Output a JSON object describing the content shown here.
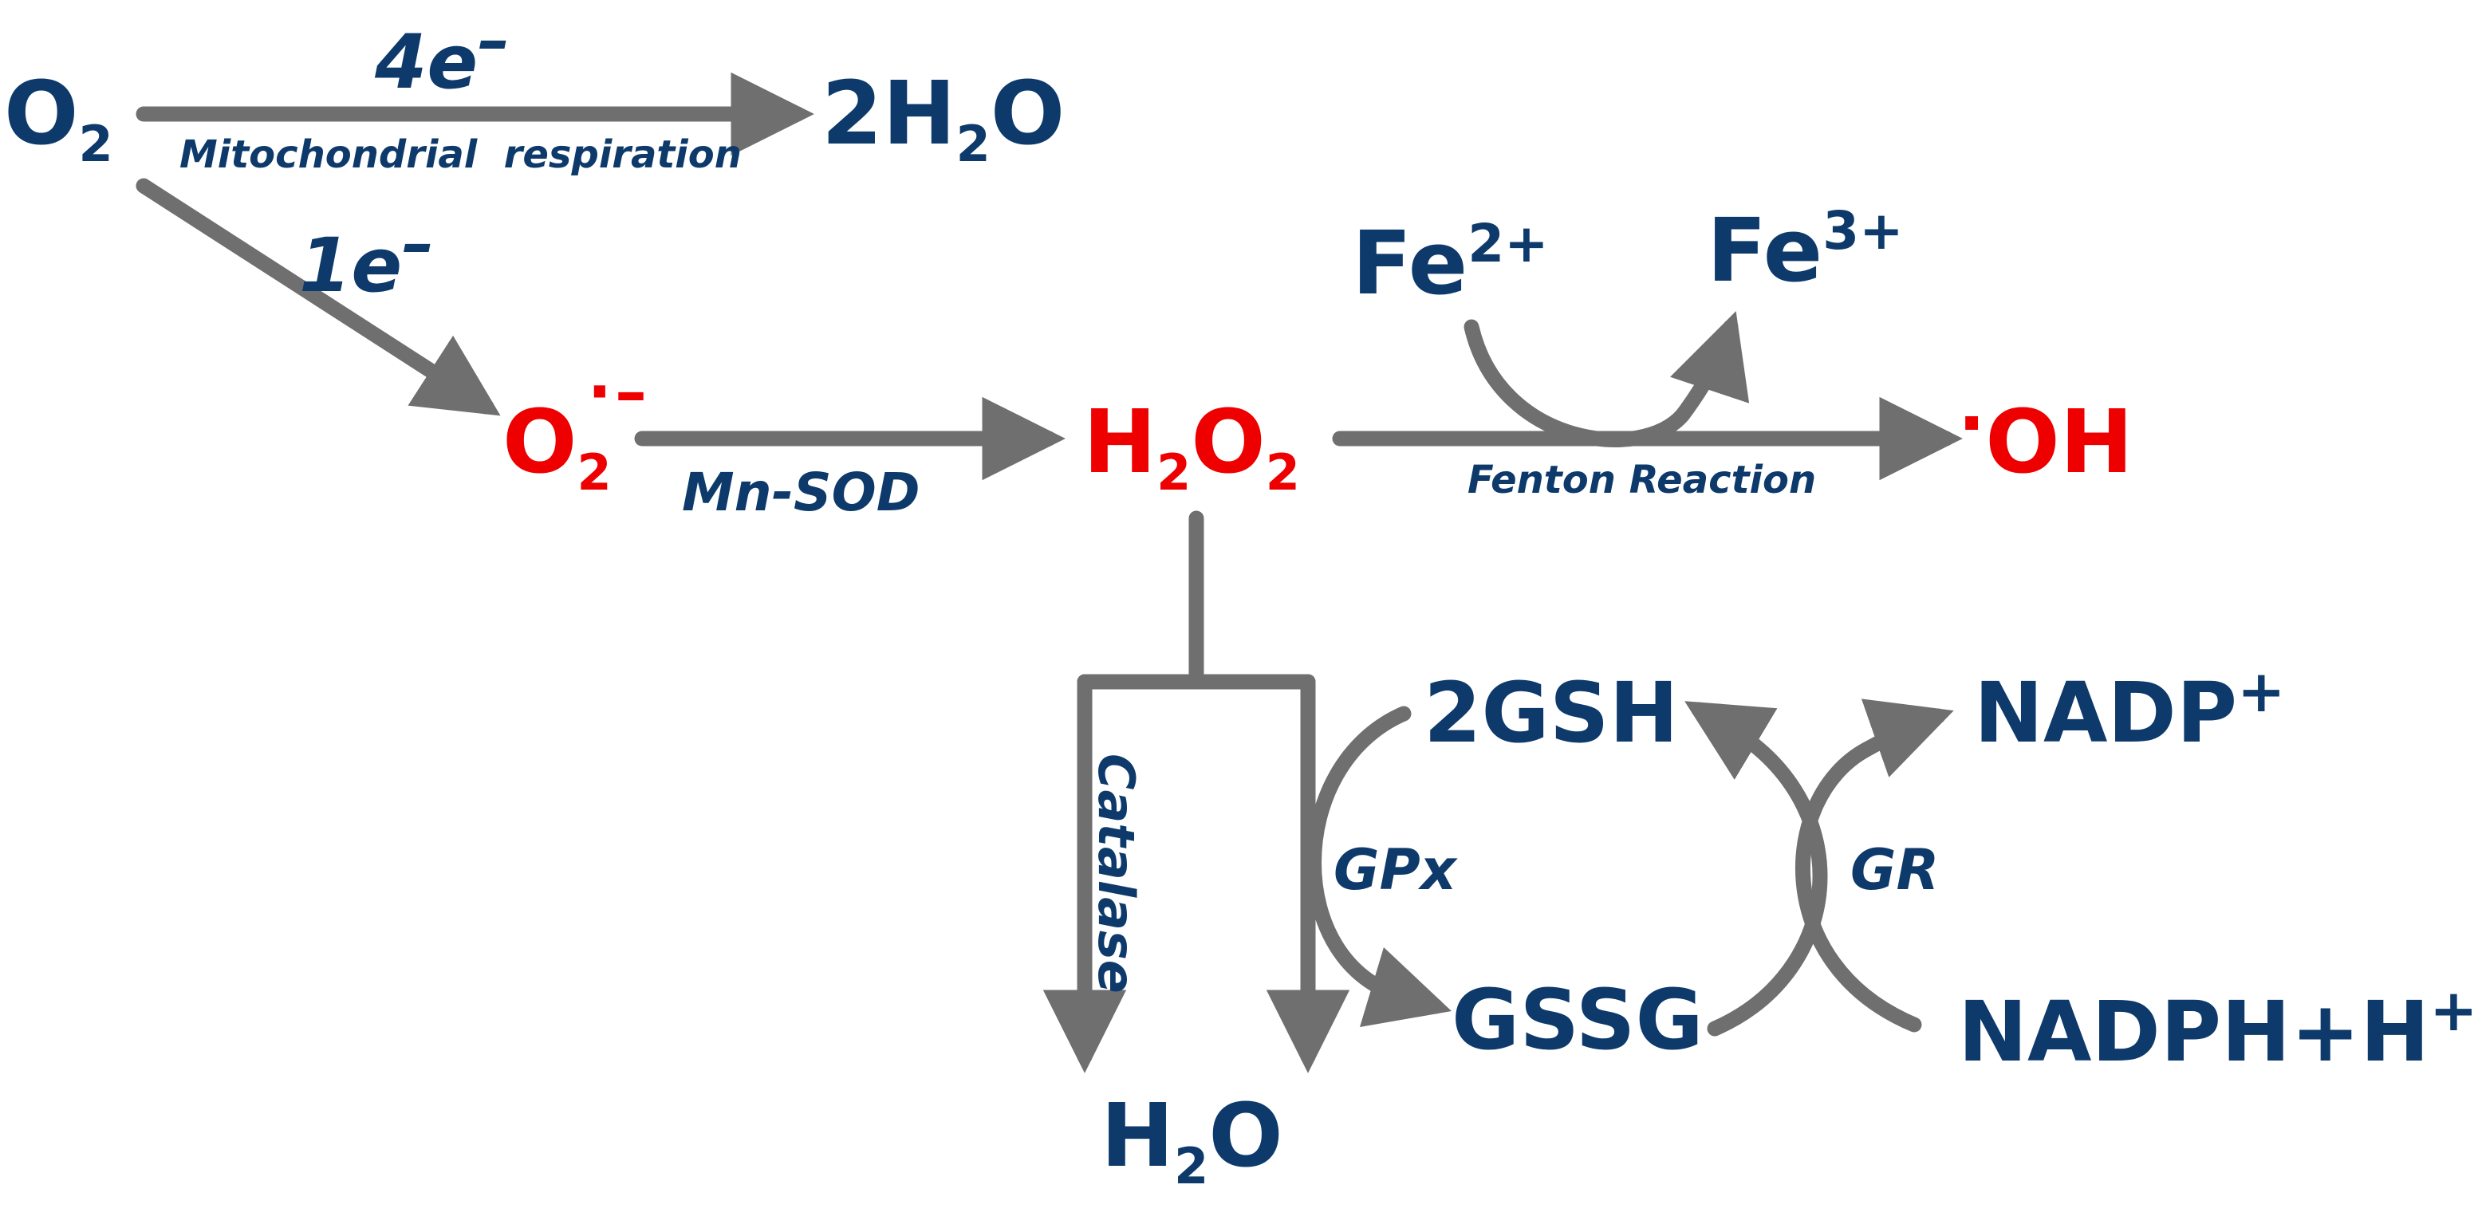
{
  "colors": {
    "species": "#0d3a6b",
    "ros": "#ee0000",
    "arrow": "#6f6f6f",
    "background": "#ffffff"
  },
  "species": {
    "o2": {
      "base": "O",
      "sub": "2"
    },
    "h2o_product": {
      "coef": "2H",
      "sub": "2",
      "tail": "O"
    },
    "superoxide": {
      "base": "O",
      "sub": "2",
      "sup_dot": "·",
      "sup_charge": "–"
    },
    "h2o2": {
      "h": "H",
      "h_sub": "2",
      "o": "O",
      "o_sub": "2"
    },
    "fe2": {
      "base": "Fe",
      "sup": "2+"
    },
    "fe3": {
      "base": "Fe",
      "sup": "3+"
    },
    "hydroxyl": {
      "dot": "·",
      "text": "OH"
    },
    "gsh": "2GSH",
    "gssg": "GSSG",
    "nadp": {
      "base": "NADP",
      "sup": "+"
    },
    "nadph": {
      "base": "NADPH+H",
      "sup": "+"
    },
    "h2o_bottom": {
      "h": "H",
      "sub": "2",
      "o": "O"
    }
  },
  "labels": {
    "four_e": {
      "num": "4e",
      "sup": "–"
    },
    "one_e": {
      "num": "1e",
      "sup": "–"
    },
    "mitochondrial": "Mitochondrial  respiration",
    "mn_sod": "Mn-SOD",
    "fenton": "Fenton Reaction",
    "catalase": "Catalase",
    "gpx": "GPx",
    "gr": "GR"
  }
}
